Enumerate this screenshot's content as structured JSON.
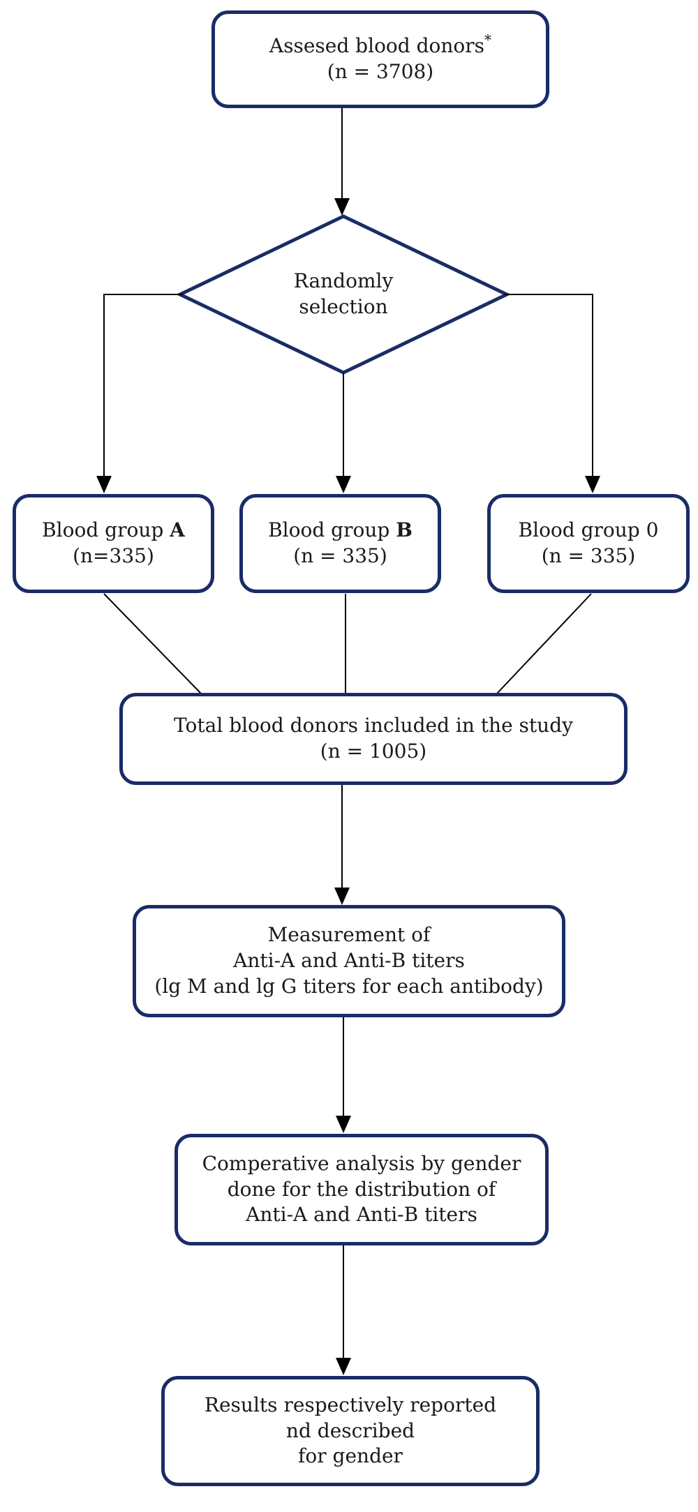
{
  "colors": {
    "border": "#1a2c66",
    "line": "#000000",
    "text": "#1a1a1a",
    "background": "#ffffff"
  },
  "nodes": {
    "assessed": {
      "line1": "Assesed blood donors",
      "asterisk": "*",
      "line2": "(n = 3708)"
    },
    "random_selection": {
      "line1": "Randomly",
      "line2": "selection"
    },
    "group_a": {
      "prefix": "Blood group ",
      "group": "A",
      "line2": "(n=335)"
    },
    "group_b": {
      "prefix": "Blood group ",
      "group": "B",
      "line2": "(n = 335)"
    },
    "group_0": {
      "prefix": "Blood group ",
      "group": "0",
      "line2": "(n = 335)"
    },
    "total": {
      "line1": "Total blood donors included in the study",
      "line2": "(n = 1005)"
    },
    "measurement": {
      "line1": "Measurement of",
      "line2": "Anti-A and Anti-B titers",
      "line3": "(lg M and lg G titers for each antibody)"
    },
    "comparative": {
      "line1": "Comperative analysis by gender",
      "line2": "done for the distribution of",
      "line3": "Anti-A and Anti-B titers"
    },
    "results": {
      "line1": "Results respectively reported",
      "line2": "nd described",
      "line3": "for gender"
    }
  }
}
